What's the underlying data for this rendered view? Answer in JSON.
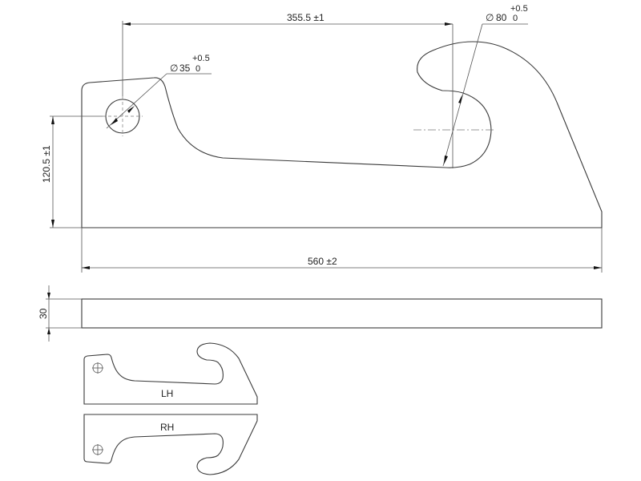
{
  "drawing": {
    "main_view": {
      "dim_width": "560 ±2",
      "dim_height": "120.5 ±1",
      "dim_hole_to_hook": "355.5 ±1",
      "hole_diameter": {
        "symbol": "∅",
        "value": "35",
        "upper_tol": "+0.5",
        "lower_tol": "0"
      },
      "hook_diameter": {
        "symbol": "∅",
        "value": "80",
        "upper_tol": "+0.5",
        "lower_tol": "0"
      }
    },
    "edge_view": {
      "dim_thickness": "30"
    },
    "variants": [
      {
        "label": "LH"
      },
      {
        "label": "RH"
      }
    ],
    "colors": {
      "line": "#3a3a3a",
      "background": "#ffffff"
    }
  }
}
